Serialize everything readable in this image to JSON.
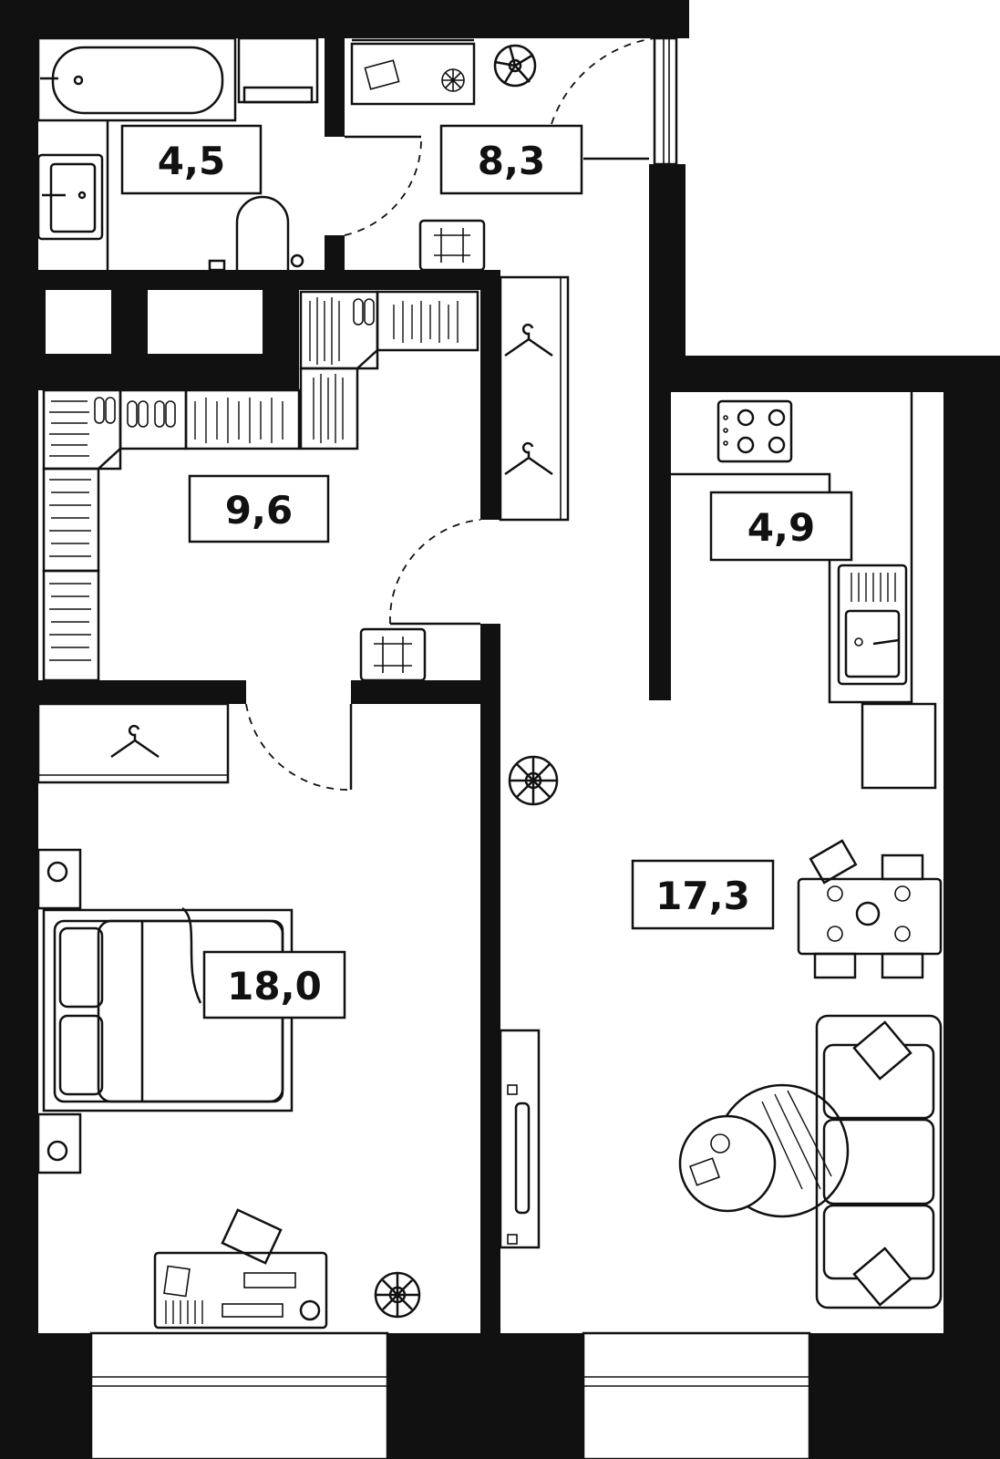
{
  "colors": {
    "wall": "#111111",
    "background": "#ffffff"
  },
  "rooms": [
    {
      "id": "bathroom",
      "area": "4,5"
    },
    {
      "id": "hall",
      "area": "8,3"
    },
    {
      "id": "wardrobe",
      "area": "9,6"
    },
    {
      "id": "kitchen",
      "area": "4,9"
    },
    {
      "id": "living",
      "area": "17,3"
    },
    {
      "id": "bedroom",
      "area": "18,0"
    }
  ],
  "icons": [
    "bathtub-icon",
    "sink-icon",
    "toilet-icon",
    "plant-icon",
    "stove-icon",
    "bed-icon",
    "sofa-icon",
    "dining-table-icon",
    "tv-icon",
    "desk-icon",
    "hanger-icon",
    "shoes-icon"
  ]
}
